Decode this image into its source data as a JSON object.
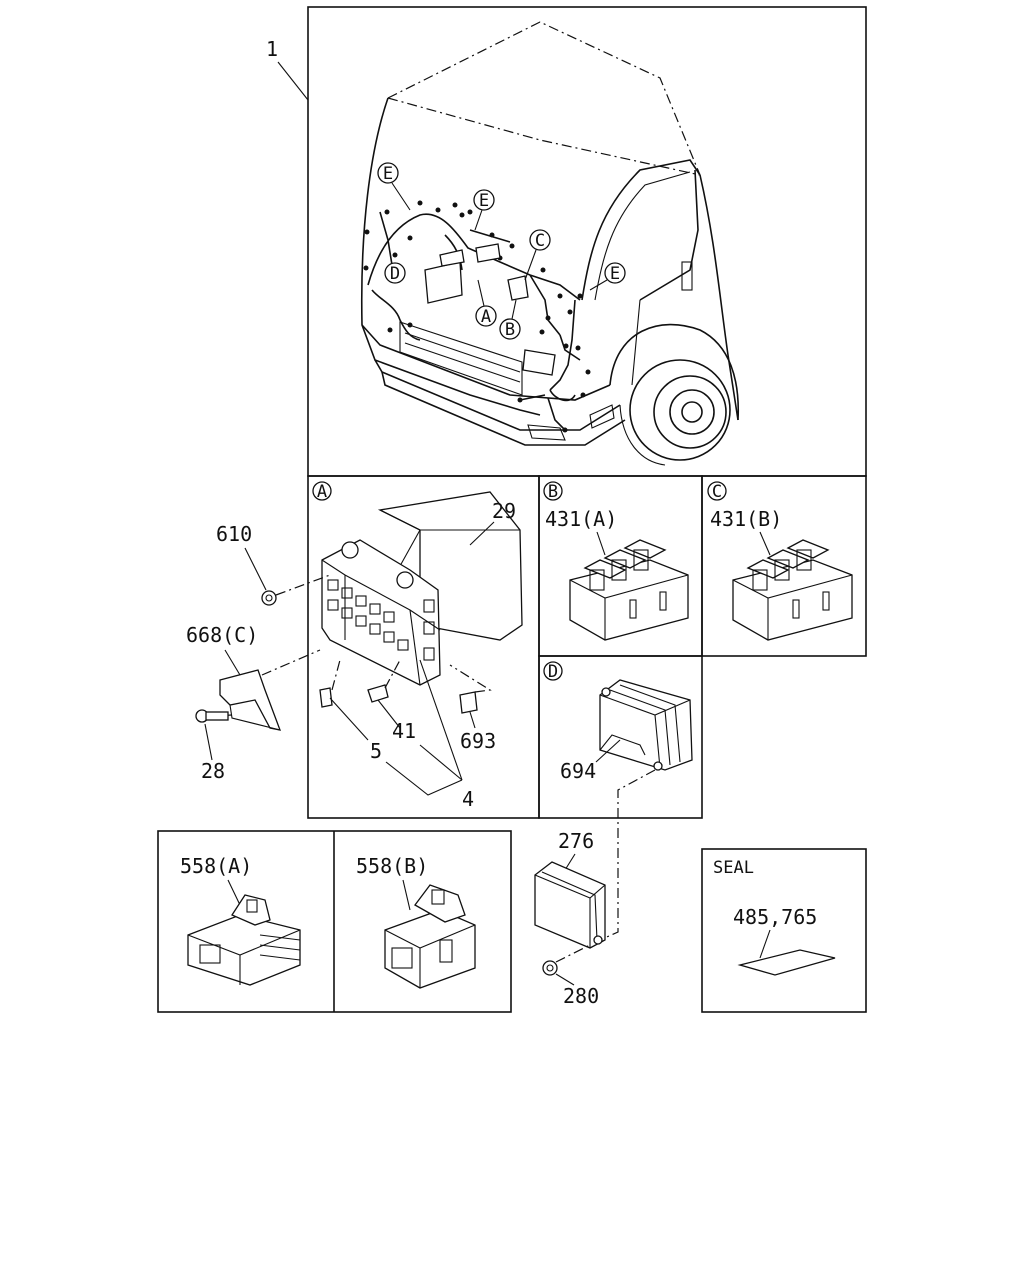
{
  "callouts": {
    "harness_main": "1",
    "nut_610": "610",
    "bracket_668c": "668(C)",
    "bolt_28": "28",
    "fuse_box_cover": "29",
    "relay_431a": "431(A)",
    "relay_431b": "431(B)",
    "terminal_5": "5",
    "fuse_41": "41",
    "relay_693": "693",
    "fuse_box_4": "4",
    "module_694": "694",
    "ecu_276": "276",
    "nut_280": "280",
    "connector_558a": "558(A)",
    "connector_558b": "558(B)",
    "seal_heading": "SEAL",
    "seal_parts": "485,765"
  },
  "detail_markers": [
    "A",
    "B",
    "C",
    "D"
  ],
  "cab_markers": {
    "e1": "E",
    "e2": "E",
    "e3": "E",
    "a": "A",
    "b": "B",
    "c": "C",
    "d": "D"
  }
}
